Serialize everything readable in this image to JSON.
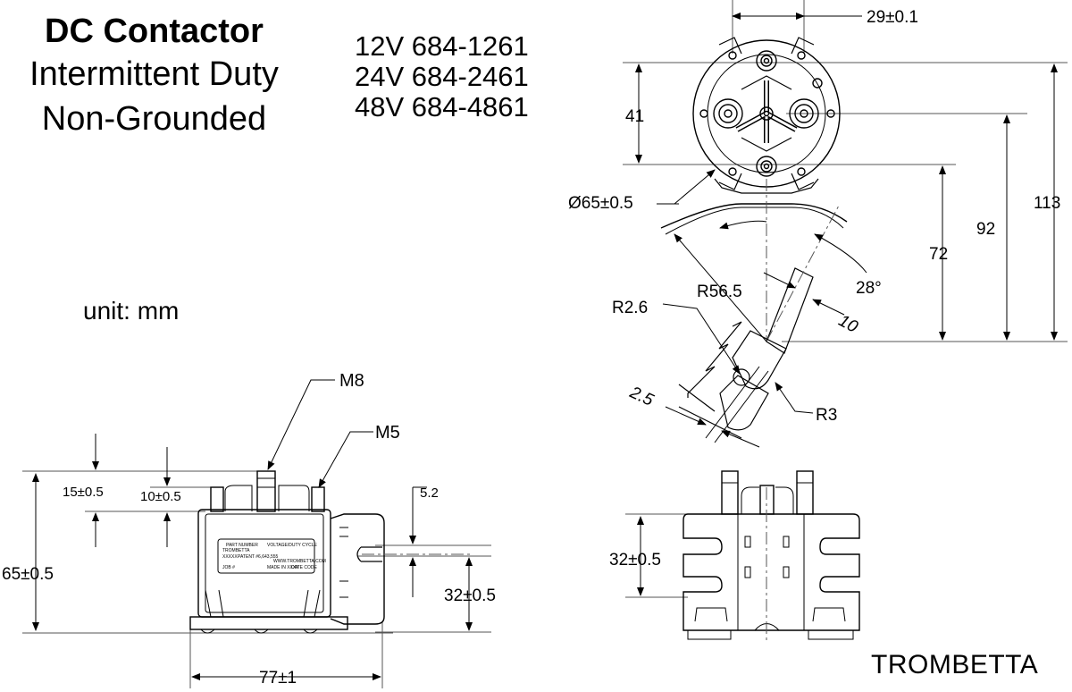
{
  "title": {
    "line1": "DC Contactor",
    "line2": "Intermittent Duty",
    "line3": "Non-Grounded"
  },
  "part_numbers": [
    "12V 684-1261",
    "24V 684-2461",
    "48V 684-4861"
  ],
  "unit_note": "unit: mm",
  "brand": "TROMBETTA",
  "dimensions": {
    "spacing_29": "29±0.1",
    "height_41": "41",
    "dia_65": "Ø65±0.5",
    "height_113": "113",
    "height_92": "92",
    "height_72": "72",
    "angle_28": "28°",
    "radius_56": "R56.5",
    "slot_10": "10",
    "radius_2_6": "R2.6",
    "radius_3": "R3",
    "width_2_5": "2.5",
    "m8": "M8",
    "m5": "M5",
    "h15": "15±0.5",
    "h10": "10±0.5",
    "slot_5_2": "5.2",
    "h65": "65±0.5",
    "h32_side": "32±0.5",
    "w77": "77±1",
    "h32_front": "32±0.5"
  },
  "label_plate": {
    "part_number": "PART NUMBER",
    "maker": "TROMBETTA",
    "code": "XXXXX",
    "patent": "PATENT #6,643,555",
    "job": "JOB #",
    "voltage": "VOLTAGE/DUTY CYCLE",
    "website": "WWW.TROMBETTA.COM",
    "made_in": "MADE IN XXXX",
    "date_code": "DATE CODE"
  },
  "colors": {
    "line": "#000000",
    "dim_line": "#555555",
    "background": "#ffffff"
  }
}
